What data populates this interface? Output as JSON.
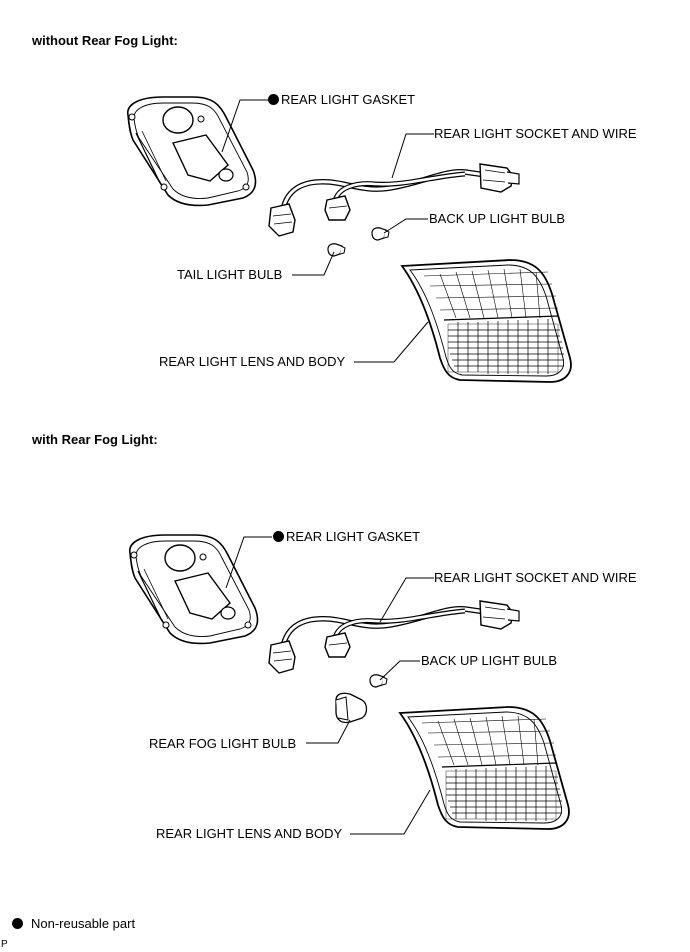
{
  "sections": [
    {
      "title": "without Rear Fog Light:",
      "labels": {
        "gasket": "REAR LIGHT GASKET",
        "socket": "REAR LIGHT SOCKET  AND WIRE",
        "backup": "BACK UP LIGHT BULB",
        "bulb": "TAIL LIGHT BULB",
        "lens": "REAR LIGHT LENS AND BODY"
      }
    },
    {
      "title": "with Rear Fog Light:",
      "labels": {
        "gasket": "REAR LIGHT GASKET",
        "socket": "REAR LIGHT SOCKET  AND WIRE",
        "backup": "BACK UP LIGHT BULB",
        "bulb": "REAR FOG LIGHT BULB",
        "lens": "REAR LIGHT LENS AND BODY"
      }
    }
  ],
  "legend": {
    "symbol": "black-dot",
    "text": "Non-reusable part"
  },
  "page_code": "P"
}
